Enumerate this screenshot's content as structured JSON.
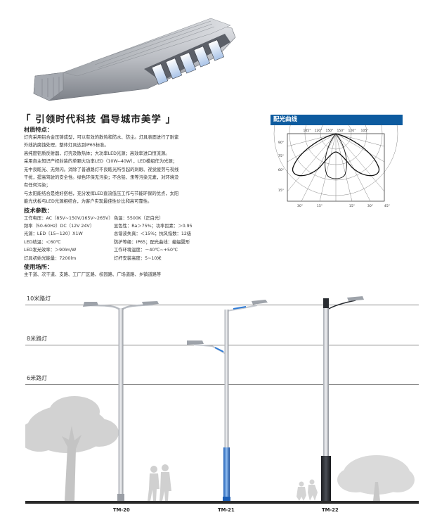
{
  "slogan": "「 引领时代科技  倡导城市美学 」",
  "sections": {
    "material": {
      "title": "材质特点：",
      "lines": [
        "灯壳采用铝合金压铸成型，可以有效的散热和防水、防尘。灯具表面进行了耐紫",
        "外线抗腐蚀处理，整体灯具达到IP65标准。",
        "高纯度铝质反射器，灯壳及散热体；大功率LED光源；高效率进口恒流源。",
        "采用自主知识产权封装的单颗大功率LED（10W--40W），LED模组作为光源；",
        "无中良眩光、无频闪。消除了普通路灯不良眩光所引起的刺眼、视觉疲劳与视线",
        "干扰，提高驾驶的安全性。绿色环保无污染；不含铅、汞等污染元素，对环境没",
        "有任何污染；",
        "与太阳能结合是绝好搭档，充分发挥LED直流低压工作与节能环保的优点，太阳",
        "能光伏板与LED光源相结合，为客户实现最佳性价比和高可靠性。"
      ]
    },
    "tech": {
      "title": "技术参数：",
      "rows": [
        [
          "工作电压：AC〔85V~150V/165V~265V〕",
          "色温：5500K〔正白光〕"
        ],
        [
          "频率〔50-60Hz〕DC〔12V  24V〕",
          "显色性：Ra＞75%；功率因素：＞0.95"
        ],
        [
          "光源：LED〔15~120〕X1W",
          "总谐波失真：＜15%；抗风指数：12级"
        ],
        [
          "LED结温：＜60℃",
          "防护等级：IP65；配光曲线：蝙蝠翼形"
        ],
        [
          "LED发光效率：＞90lm/W",
          "工作环境温度：－40℃~+50℃"
        ],
        [
          "灯具初始光能量：7200lm",
          "灯杆安装高度：5~10米"
        ]
      ]
    },
    "usage": {
      "title": "使用场所：",
      "text": "主干道、次干道、支路、工厂厂区路、校园路、广场道路、乡镇道路等"
    }
  },
  "light_curve": {
    "title": "配光曲线",
    "top_angles": [
      "105°",
      "120°",
      "150°",
      "150°",
      "120°",
      "105°"
    ],
    "left_angles": [
      "90°",
      "75°",
      "60°",
      "15°"
    ],
    "bottom_angles": [
      "30°",
      "15°",
      "15°",
      "30°",
      "45°"
    ]
  },
  "heights": [
    {
      "label": "10米路灯"
    },
    {
      "label": "8米路灯"
    },
    {
      "label": "6米路灯"
    }
  ],
  "models": [
    "TM-20",
    "TM-21",
    "TM-22"
  ],
  "colors": {
    "accent_blue": "#0d5b9f",
    "pole_blue": "#2e7bd6",
    "pole_gray": "#c8ccd2"
  }
}
